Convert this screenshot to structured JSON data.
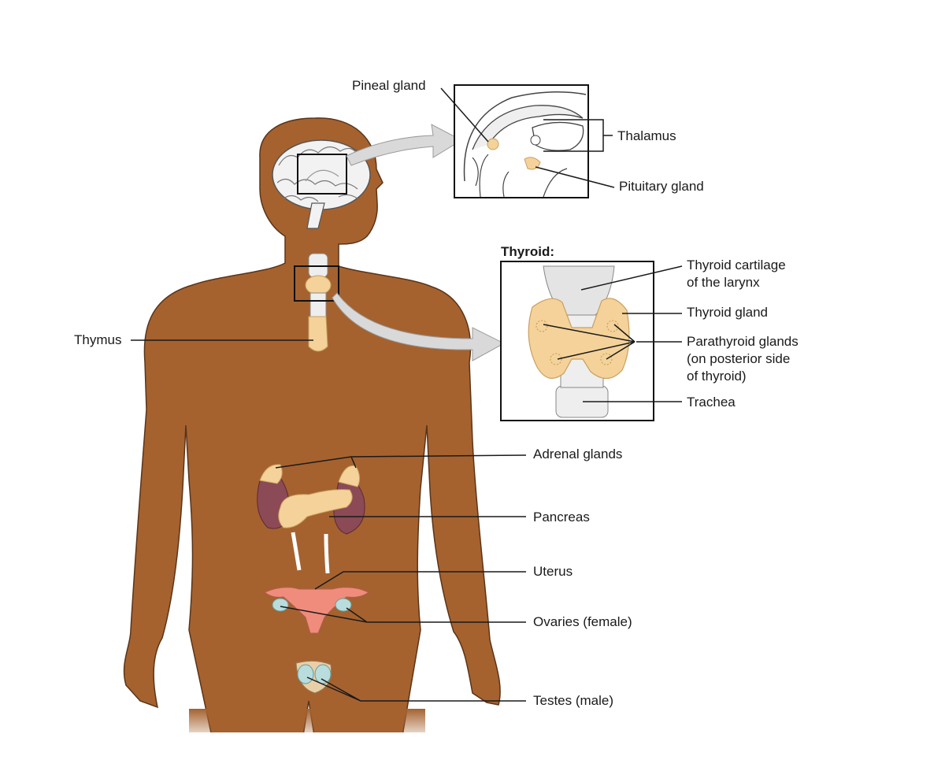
{
  "labels": {
    "pineal_gland": "Pineal gland",
    "thalamus": "Thalamus",
    "pituitary_gland": "Pituitary gland",
    "thyroid_title": "Thyroid:",
    "thyroid_cartilage_line1": "Thyroid cartilage",
    "thyroid_cartilage_line2": "of the larynx",
    "thyroid_gland": "Thyroid gland",
    "parathyroid_line1": "Parathyroid glands",
    "parathyroid_line2": "(on posterior side",
    "parathyroid_line3": "of thyroid)",
    "trachea": "Trachea",
    "thymus": "Thymus",
    "adrenal_glands": "Adrenal glands",
    "pancreas": "Pancreas",
    "uterus": "Uterus",
    "ovaries": "Ovaries (female)",
    "testes": "Testes (male)"
  },
  "colors": {
    "skin": "#a5622f",
    "gland": "#f4d29a",
    "gland_outline": "#c9a060",
    "kidney": "#8b4a55",
    "uterus": "#ef8c7c",
    "ovary": "#b9dcdc",
    "line": "#1a1a1a",
    "arrow": "#d9d9d9"
  }
}
